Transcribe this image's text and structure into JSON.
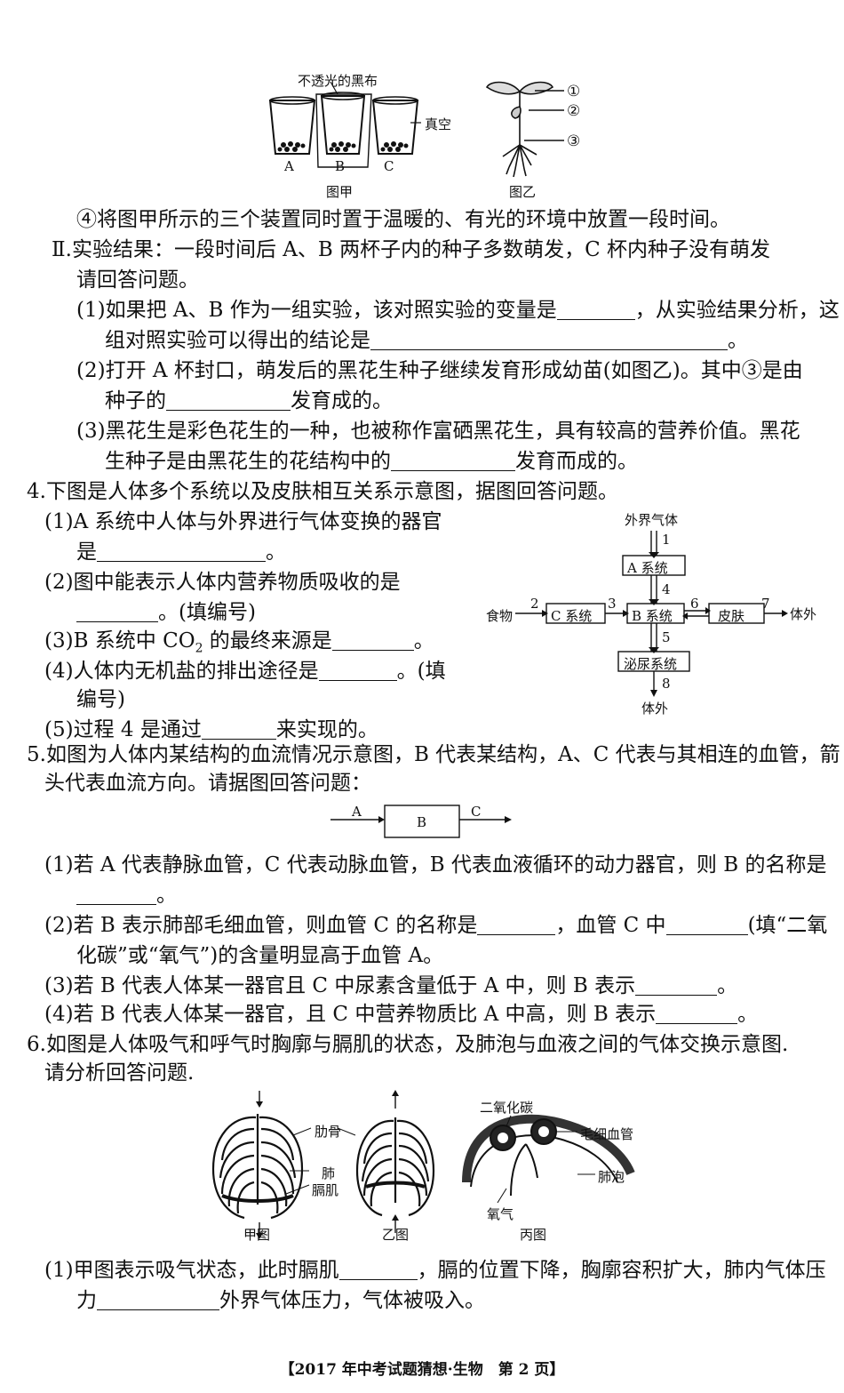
{
  "figure1": {
    "cloth_label": "不透光的黑布",
    "vacuum_label": "真空",
    "cup_labels": [
      "A",
      "B",
      "C"
    ],
    "caption_jia": "图甲",
    "caption_yi": "图乙",
    "plant_markers": [
      "①",
      "②",
      "③"
    ]
  },
  "q3": {
    "step4": "④将图甲所示的三个装置同时置于温暖的、有光的环境中放置一段时间。",
    "result": "Ⅱ.实验结果：一段时间后 A、B 两杯子内的种子多数萌发，C 杯内种子没有萌发",
    "prompt": "请回答问题。",
    "p1a": "(1)如果把 A、B 作为一组实验，该对照实验的变量是",
    "p1b": "，从实验结果分析，这",
    "p1c": "组对照实验可以得出的结论是",
    "p1d": "。",
    "p2a": "(2)打开 A 杯封口，萌发后的黑花生种子继续发育形成幼苗(如图乙)。其中③是由",
    "p2b": "种子的",
    "p2c": "发育成的。",
    "p3a": "(3)黑花生是彩色花生的一种，也被称作富硒黑花生，具有较高的营养价值。黑花",
    "p3b": "生种子是由黑花生的花结构中的",
    "p3c": "发育而成的。"
  },
  "q4": {
    "stem": "4.下图是人体多个系统以及皮肤相互关系示意图，据图回答问题。",
    "p1a": "(1)A 系统中人体与外界进行气体变换的器官",
    "p1b": "是",
    "p1c": "。",
    "p2a": "(2)图中能表示人体内营养物质吸收的是",
    "p2b": "。(填编号)",
    "p3a": "(3)B 系统中 CO",
    "p3sub": "2",
    "p3b": " 的最终来源是",
    "p3c": "。",
    "p4a": "(4)人体内无机盐的排出途径是",
    "p4b": "。(填",
    "p4c": "编号)",
    "p5a": "(5)过程 4 是通过",
    "p5b": "来实现的。",
    "diagram": {
      "outside_gas": "外界气体",
      "a_system": "A 系统",
      "b_system": "B 系统",
      "c_system": "C 系统",
      "skin": "皮肤",
      "urinary": "泌尿系统",
      "food": "食物",
      "out1": "体外",
      "out2": "体外",
      "nums": [
        "1",
        "2",
        "3",
        "4",
        "5",
        "6",
        "7",
        "8"
      ]
    }
  },
  "q5": {
    "stem1": "5.如图为人体内某结构的血流情况示意图，B 代表某结构，A、C 代表与其相连的血管，箭",
    "stem2": "头代表血流方向。请据图回答问题：",
    "fig": {
      "a": "A",
      "b": "B",
      "c": "C"
    },
    "p1a": "(1)若 A 代表静脉血管，C 代表动脉血管，B 代表血液循环的动力器官，则 B 的名称是",
    "p1b": "。",
    "p2a": "(2)若 B 表示肺部毛细血管，则血管 C 的名称是",
    "p2b": "，血管 C 中",
    "p2c": "(填“二氧",
    "p2d": "化碳”或“氧气”)的含量明显高于血管 A。",
    "p3a": "(3)若 B 代表人体某一器官且 C 中尿素含量低于 A 中，则 B 表示",
    "p3b": "。",
    "p4a": "(4)若 B 代表人体某一器官，且 C 中营养物质比 A 中高，则 B 表示",
    "p4b": "。"
  },
  "q6": {
    "stem1": "6.如图是人体吸气和呼气时胸廓与膈肌的状态，及肺泡与血液之间的气体交换示意图.",
    "stem2": "请分析回答问题.",
    "fig": {
      "rib": "肋骨",
      "lung": "肺",
      "diaphragm": "膈肌",
      "co2": "二氧化碳",
      "capillary": "毛细血管",
      "alveolus": "肺泡",
      "oxygen": "氧气",
      "cap_jia": "甲图",
      "cap_yi": "乙图",
      "cap_bing": "丙图"
    },
    "p1a": "(1)甲图表示吸气状态，此时膈肌",
    "p1b": "，膈的位置下降，胸廓容积扩大，肺内气体压",
    "p1c": "力",
    "p1d": "外界气体压力，气体被吸入。"
  },
  "footer": "【2017 年中考试题猜想·生物　第 2 页】"
}
